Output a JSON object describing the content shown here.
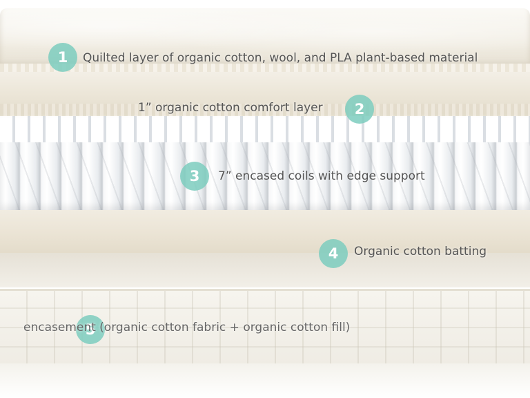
{
  "layers": [
    {
      "number": "1",
      "label": "Quilted layer of organic cotton, wool, and PLA plant-based material"
    },
    {
      "number": "2",
      "label": "1” organic cotton comfort layer"
    },
    {
      "number": "3",
      "label": "7” encased coils with edge support"
    },
    {
      "number": "4",
      "label": "Organic cotton batting"
    },
    {
      "number": "5",
      "label": "encasement (organic cotton fabric + organic cotton fill)"
    }
  ],
  "colors": {
    "badge": "#7dcdbe",
    "text": "#555555"
  }
}
